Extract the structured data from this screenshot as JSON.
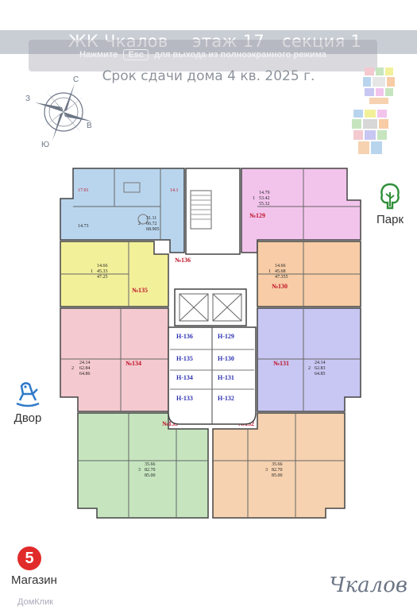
{
  "header": {
    "complex": "ЖК Чкалов",
    "floor": "этаж 17",
    "section": "секция 1"
  },
  "overlay": {
    "before": "Нажмите",
    "key": "Esc",
    "after": "для выхода из полноэкранного режима"
  },
  "deadline": "Срок сдачи дома 4 кв. 2025 г.",
  "compass": {
    "n": "С",
    "s": "Ю",
    "e": "В",
    "w": "З"
  },
  "side": {
    "park": "Парк",
    "yard": "Двор",
    "shop": "Магазин",
    "shop_badge": "5"
  },
  "brand": "Чкалов",
  "watermark": "ДомКлик",
  "colors": {
    "blue": "#b9d5ee",
    "pink": "#f2c4ec",
    "yellow": "#f3f09a",
    "orange": "#f7cca6",
    "lilac": "#c8c6f2",
    "rose": "#f4c9cf",
    "green": "#c6e5bf",
    "peach": "#f6d2b0",
    "core": "#ffffff",
    "label_red": "#c0142a",
    "label_blue": "#2a2fb0"
  },
  "apartments": {
    "a136": "№136",
    "a135": "№135",
    "a134": "№134",
    "a133": "№133",
    "a129": "№129",
    "a130": "№130",
    "a131": "№131",
    "a132": "№132"
  },
  "storage": {
    "s1": "Н-136",
    "s2": "Н-129",
    "s3": "Н-135",
    "s4": "Н-130",
    "s5": "Н-134",
    "s6": "Н-131",
    "s7": "Н-133",
    "s8": "Н-132"
  },
  "dims": {
    "u136_area": "31.11",
    "u136_tot": "66.72",
    "u136_full": "68.905",
    "u136_rooms": "2",
    "u129_area": "14.79",
    "u129_tot": "53.42",
    "u129_full": "55.32",
    "u129_rooms": "1",
    "u135_area": "14.66",
    "u135_tot": "45.33",
    "u135_full": "47.25",
    "u135_rooms": "1",
    "u130_area": "14.66",
    "u130_tot": "45.68",
    "u130_full": "47.355",
    "u130_rooms": "1",
    "u134_area": "24.14",
    "u134_tot": "62.84",
    "u134_full": "64.86",
    "u134_rooms": "2",
    "u131_area": "24.14",
    "u131_tot": "62.83",
    "u131_full": "64.85",
    "u131_rooms": "2",
    "u133_area": "35.66",
    "u133_tot": "82.70",
    "u133_full": "85.00",
    "u133_rooms": "3",
    "u132_area": "35.66",
    "u132_tot": "82.70",
    "u132_full": "85.00",
    "u132_rooms": "3"
  }
}
